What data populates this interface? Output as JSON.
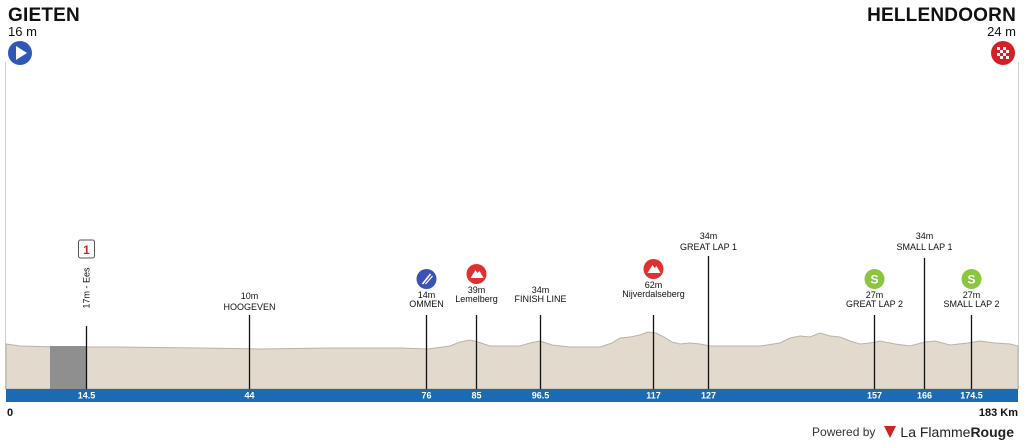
{
  "start": {
    "name": "GIETEN",
    "altitude": "16 m",
    "icon": "play-circle-icon"
  },
  "finish": {
    "name": "HELLENDOORN",
    "altitude": "24 m",
    "icon": "checkered-flag-icon"
  },
  "distance": {
    "start_label": "0",
    "end_label": "183 Km",
    "total_km": 183
  },
  "colors": {
    "terrain": "#e2dbcd",
    "terrain_edge": "#b8b3a8",
    "neutral_zone": "#8f8f8f",
    "km_bar": "#1a6bb3",
    "sprint": "#8cc63f",
    "climb": "#e03030",
    "feed": "#3a52b5",
    "km1": "#d22222"
  },
  "markers": [
    {
      "km": 14.5,
      "km_label": "14.5",
      "type": "km1",
      "icon": "km1-flag-icon",
      "badge": "1",
      "name": "",
      "altitude": "17m - Ees",
      "vertical_label": true
    },
    {
      "km": 44,
      "km_label": "44",
      "type": "point",
      "icon": "",
      "name": "HOOGEVEN",
      "altitude": "10m"
    },
    {
      "km": 76,
      "km_label": "76",
      "type": "feed",
      "icon": "feed-zone-icon",
      "name": "OMMEN",
      "altitude": "14m"
    },
    {
      "km": 85,
      "km_label": "85",
      "type": "climb",
      "icon": "mountain-icon",
      "name": "Lemelberg",
      "altitude": "39m"
    },
    {
      "km": 96.5,
      "km_label": "96.5",
      "type": "point",
      "icon": "",
      "name": "FINISH LINE",
      "altitude": "34m"
    },
    {
      "km": 117,
      "km_label": "117",
      "type": "climb",
      "icon": "mountain-icon",
      "name": "Nijverdalseberg",
      "altitude": "62m"
    },
    {
      "km": 127,
      "km_label": "127",
      "type": "point",
      "icon": "",
      "name": "GREAT LAP 1",
      "altitude": "34m"
    },
    {
      "km": 157,
      "km_label": "157",
      "type": "sprint",
      "icon": "sprint-icon",
      "badge": "S",
      "name": "GREAT LAP 2",
      "altitude": "27m"
    },
    {
      "km": 166,
      "km_label": "166",
      "type": "point",
      "icon": "",
      "name": "SMALL LAP 1",
      "altitude": "34m"
    },
    {
      "km": 174.5,
      "km_label": "174.5",
      "type": "sprint",
      "icon": "sprint-icon",
      "badge": "S",
      "name": "SMALL LAP 2",
      "altitude": "27m"
    }
  ],
  "footer": {
    "powered_by": "Powered by",
    "brand_plain": "La Flamme",
    "brand_bold": "Rouge"
  }
}
